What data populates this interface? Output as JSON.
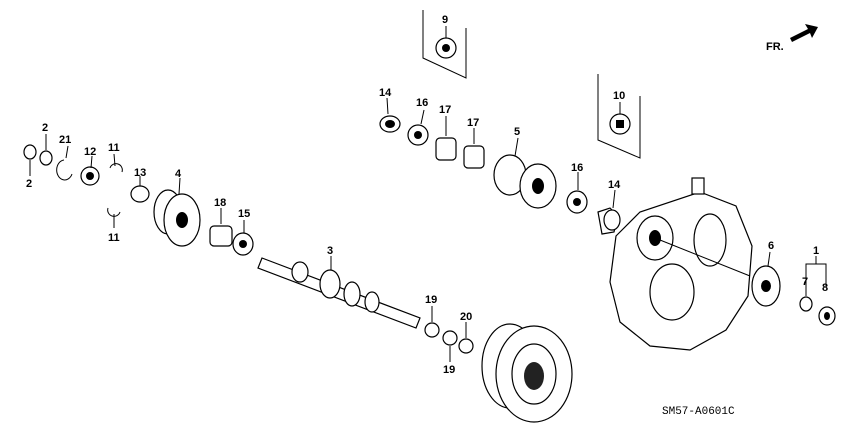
{
  "diagram": {
    "callouts": [
      "9",
      "10",
      "14",
      "16",
      "17",
      "17",
      "5",
      "16",
      "14",
      "2",
      "21",
      "12",
      "11",
      "13",
      "4",
      "2",
      "18",
      "15",
      "11",
      "3",
      "6",
      "1",
      "7",
      "8",
      "19",
      "20",
      "19"
    ],
    "direction_label": "FR.",
    "diagram_code": "SM57-A0601C"
  }
}
